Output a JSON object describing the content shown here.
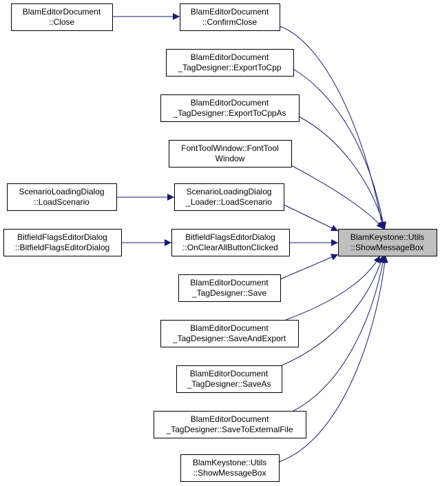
{
  "graph": {
    "edge_color": "#191970",
    "node_fill": "#ffffff",
    "node_stroke": "#000000",
    "focus_fill": "#bfbfbf",
    "nodes": [
      {
        "id": "close",
        "lines": [
          "BlamEditorDocument",
          "::Close"
        ]
      },
      {
        "id": "confirm-close",
        "lines": [
          "BlamEditorDocument",
          "::ConfirmClose"
        ]
      },
      {
        "id": "export-to-cpp",
        "lines": [
          "BlamEditorDocument",
          "_TagDesigner::ExportToCpp"
        ]
      },
      {
        "id": "export-to-cpp-as",
        "lines": [
          "BlamEditorDocument",
          "_TagDesigner::ExportToCppAs"
        ]
      },
      {
        "id": "font-tool-window",
        "lines": [
          "FontToolWindow::FontTool",
          "Window"
        ]
      },
      {
        "id": "scenario-loading-dialog",
        "lines": [
          "ScenarioLoadingDialog",
          "::LoadScenario"
        ]
      },
      {
        "id": "scenario-loader",
        "lines": [
          "ScenarioLoadingDialog",
          "_Loader::LoadScenario"
        ]
      },
      {
        "id": "bitfield-dialog",
        "lines": [
          "BitfieldFlagsEditorDialog",
          "::BitfieldFlagsEditorDialog"
        ]
      },
      {
        "id": "bitfield-clear",
        "lines": [
          "BitfieldFlagsEditorDialog",
          "::OnClearAllButtonClicked"
        ]
      },
      {
        "id": "show-message-box-target",
        "lines": [
          "BlamKeystone::Utils",
          "::ShowMessageBox"
        ]
      },
      {
        "id": "save",
        "lines": [
          "BlamEditorDocument",
          "_TagDesigner::Save"
        ]
      },
      {
        "id": "save-and-export",
        "lines": [
          "BlamEditorDocument",
          "_TagDesigner::SaveAndExport"
        ]
      },
      {
        "id": "save-as",
        "lines": [
          "BlamEditorDocument",
          "_TagDesigner::SaveAs"
        ]
      },
      {
        "id": "save-to-external-file",
        "lines": [
          "BlamEditorDocument",
          "_TagDesigner::SaveToExternalFile"
        ]
      },
      {
        "id": "show-message-box-caller",
        "lines": [
          "BlamKeystone::Utils",
          "::ShowMessageBox"
        ]
      }
    ],
    "edges": [
      {
        "from": "close",
        "to": "confirm-close"
      },
      {
        "from": "confirm-close",
        "to": "show-message-box-target"
      },
      {
        "from": "export-to-cpp",
        "to": "show-message-box-target"
      },
      {
        "from": "export-to-cpp-as",
        "to": "show-message-box-target"
      },
      {
        "from": "font-tool-window",
        "to": "show-message-box-target"
      },
      {
        "from": "scenario-loading-dialog",
        "to": "scenario-loader"
      },
      {
        "from": "scenario-loader",
        "to": "show-message-box-target"
      },
      {
        "from": "bitfield-dialog",
        "to": "bitfield-clear"
      },
      {
        "from": "bitfield-clear",
        "to": "show-message-box-target"
      },
      {
        "from": "save",
        "to": "show-message-box-target"
      },
      {
        "from": "save-and-export",
        "to": "show-message-box-target"
      },
      {
        "from": "save-as",
        "to": "show-message-box-target"
      },
      {
        "from": "save-to-external-file",
        "to": "show-message-box-target"
      },
      {
        "from": "show-message-box-caller",
        "to": "show-message-box-target"
      }
    ]
  }
}
